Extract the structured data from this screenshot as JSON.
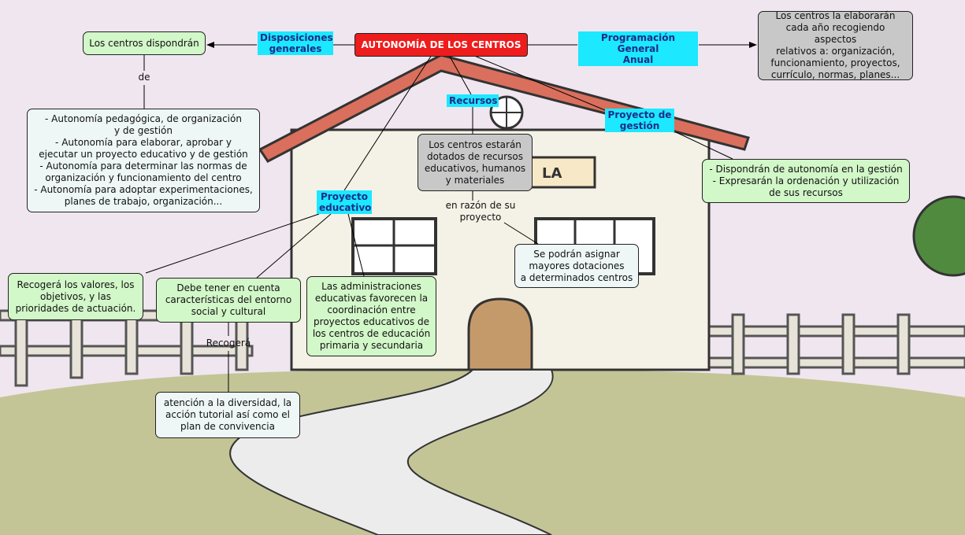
{
  "map": {
    "root": "AUTONOMÍA DE LOS CENTROS",
    "links": {
      "disposiciones": "Disposiciones\ngenerales",
      "programacion": "Programación General\nAnual",
      "recursos": "Recursos",
      "proyecto_gestion": "Proyecto de\ngestión",
      "proyecto_educativo": "Proyecto\neducativo"
    },
    "labels": {
      "de": "de",
      "en_razon": "en razón de su\nproyecto",
      "recogera": "Recogerá"
    },
    "nodes": {
      "centros_dispondran": "Los centros dispondrán",
      "autonomias": "- Autonomía pedagógica, de organización\ny de gestión\n- Autonomía para elaborar, aprobar y\nejecutar un proyecto educativo y de gestión\n- Autonomía para determinar las normas de\norganización y funcionamiento del centro\n- Autonomía para adoptar experimentaciones,\nplanes de trabajo, organización...",
      "pga": "Los centros la elaborarán\ncada año recogiendo aspectos\nrelativos a: organización,\nfuncionamiento, proyectos,\ncurrículo, normas, planes...",
      "dotados": "Los centros estarán\ndotados de recursos\neducativos, humanos\ny materiales",
      "gestion": "- Dispondrán de autonomía en la gestión\n- Expresarán la ordenación y utilización\nde sus recursos",
      "dotaciones": "Se podrán asignar\nmayores dotaciones\na determinados centros",
      "valores": "Recogerá los valores, los\nobjetivos, y las\nprioridades de actuación.",
      "entorno": "Debe tener en cuenta\ncaracterísticas del entorno\nsocial y cultural",
      "administraciones": "Las administraciones\neducativas favorecen la\ncoordinación entre\nproyectos educativos de\nlos centros de educación\nprimaria y secundaria",
      "diversidad": "atención a la diversidad, la\nacción tutorial así como el\nplan de convivencia"
    },
    "background": {
      "house_sign": "LA"
    },
    "colors": {
      "root": "#ee1c1c",
      "link_label": "#1ce8ff",
      "link_text": "#1a2d8a",
      "green_node": "#d2f7c8",
      "gray_node": "#c8c8c8",
      "white_node": "#eef6f6"
    }
  }
}
